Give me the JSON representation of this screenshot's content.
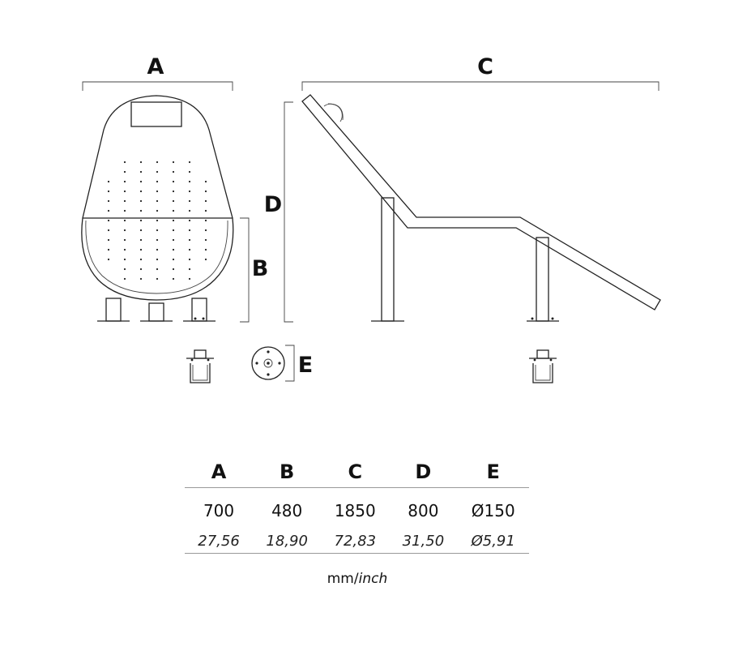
{
  "labels": {
    "a": "A",
    "b": "B",
    "c": "C",
    "d": "D",
    "e": "E"
  },
  "table": {
    "headers": [
      "A",
      "B",
      "C",
      "D",
      "E"
    ],
    "mm": [
      "700",
      "480",
      "1850",
      "800",
      "Ø150"
    ],
    "inch": [
      "27,56",
      "18,90",
      "72,83",
      "31,50",
      "Ø5,91"
    ]
  },
  "units": {
    "mm": "mm/",
    "inch": "inch"
  }
}
